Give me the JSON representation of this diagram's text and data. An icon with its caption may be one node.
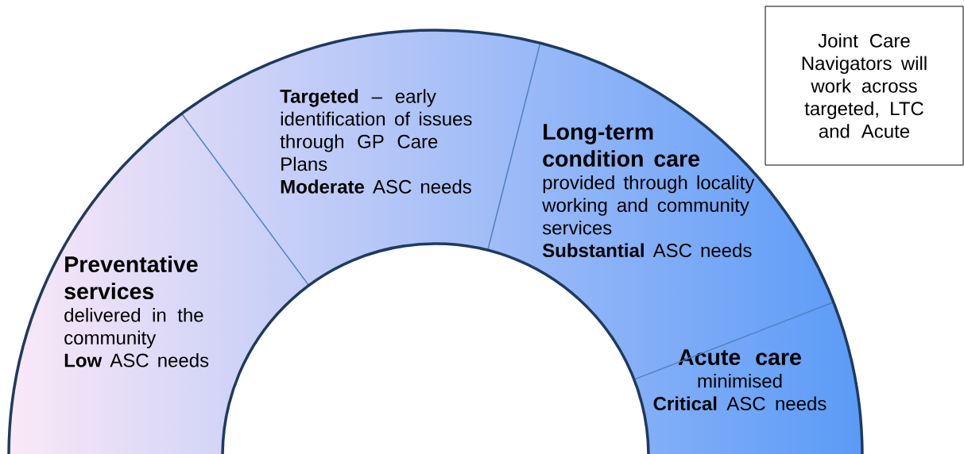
{
  "diagram": {
    "nodes": [
      {
        "text": [
          "Preventative services",
          "delivered in the community",
          "**Low** ASC needs"
        ]
      },
      {
        "text": [
          "**Targeted** – early identification of issues through GP Care Plans",
          "**Moderate** ASC needs"
        ]
      },
      {
        "text": [
          "Long-term condition care",
          "provided through locality working and community services",
          "**Substantial** ASC needs"
        ]
      },
      {
        "text": [
          "Acute care",
          "minimised",
          "**Critical** ASC needs"
        ]
      },
      {
        "text": [
          "Joint Care Navigators will work across targeted, LTC and Acute"
        ]
      }
    ]
  }
}
